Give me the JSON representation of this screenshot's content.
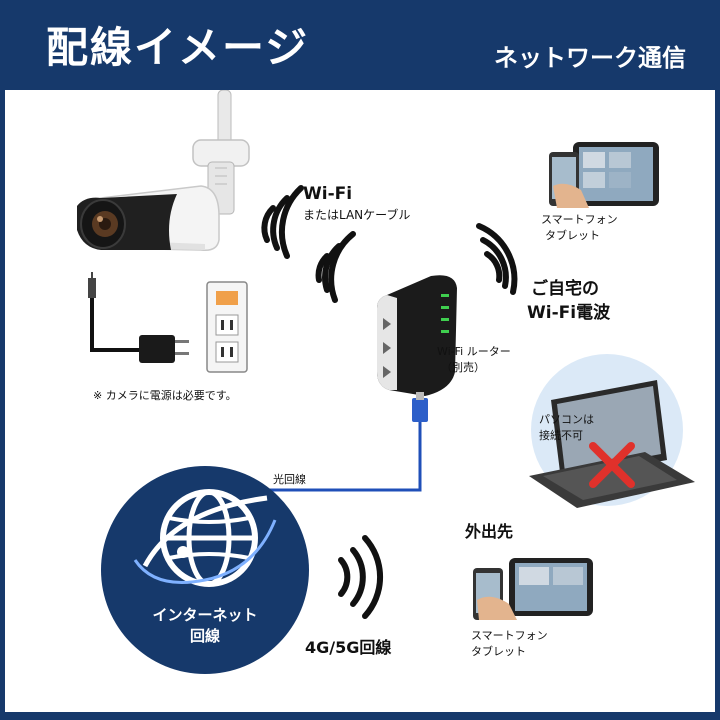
{
  "header": {
    "title": "配線イメージ",
    "subtitle": "ネットワーク通信"
  },
  "labels": {
    "wifi_title": "Wi-Fi",
    "wifi_sub": "またはLANケーブル",
    "home_wifi_line1": "ご自宅の",
    "home_wifi_line2": "Wi-Fi電波",
    "router_line1": "Wi-Fi ルーター",
    "router_line2": "（別売）",
    "power_note": "※ カメラに電源は必要です。",
    "fiber_line": "光回線",
    "internet_line1": "インターネット",
    "internet_line2": "回線",
    "mobile_network": "4G/5G回線",
    "outside": "外出先",
    "pc_line1": "パソコンは",
    "pc_line2": "接続不可",
    "device_top_line1": "スマートフォン",
    "device_top_line2": "タブレット",
    "device_bottom_line1": "スマートフォン",
    "device_bottom_line2": "タブレット"
  },
  "icons": {
    "camera": "security-camera-icon",
    "plug": "power-adapter-icon",
    "outlet": "wall-outlet-icon",
    "router": "wifi-router-icon",
    "globe": "globe-icon",
    "laptop": "laptop-icon",
    "cross": "cross-mark-icon",
    "phone_tablet": "phone-tablet-icon"
  },
  "colors": {
    "navy": "#16396b",
    "cable_blue": "#1f4fb8",
    "cross_red": "#e0312b",
    "outlet_orange": "#f0a04a",
    "router_green": "#3fcf4f"
  }
}
